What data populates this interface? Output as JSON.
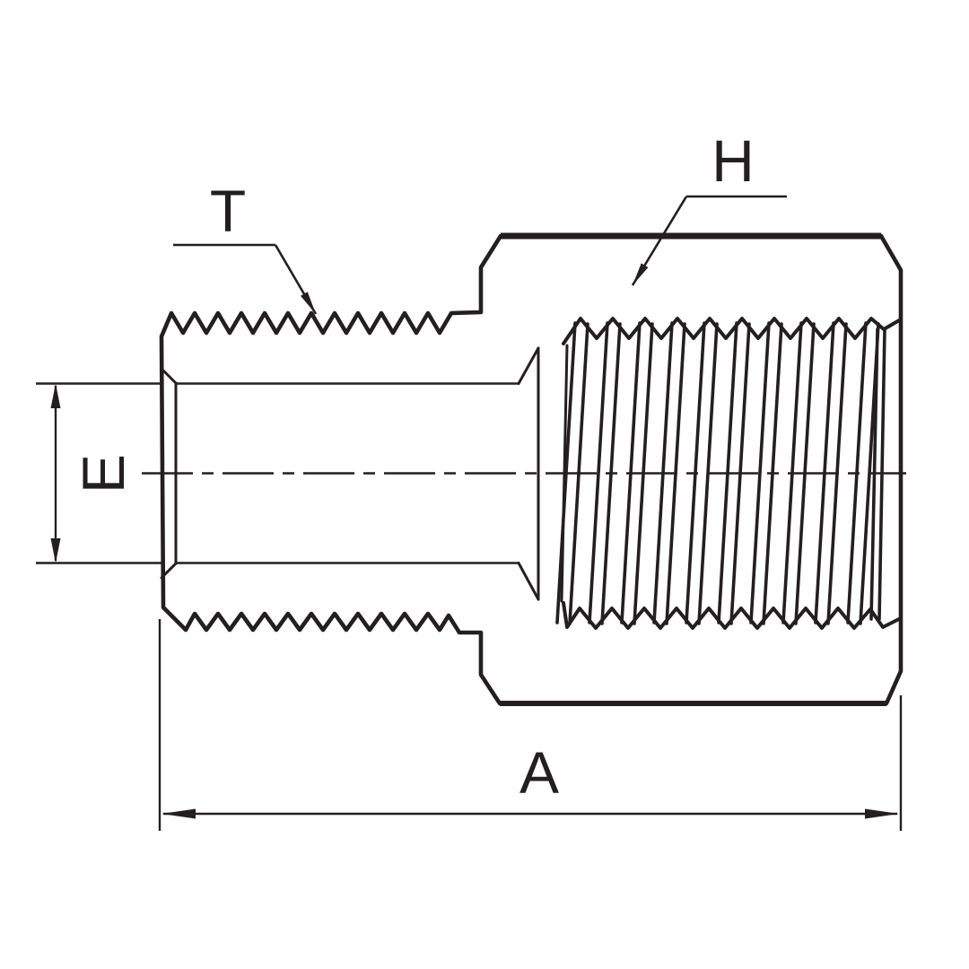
{
  "drawing": {
    "labels": {
      "T": "T",
      "H": "H",
      "E": "E",
      "A": "A"
    },
    "colors": {
      "line": "#231f20",
      "background": "#ffffff"
    }
  }
}
